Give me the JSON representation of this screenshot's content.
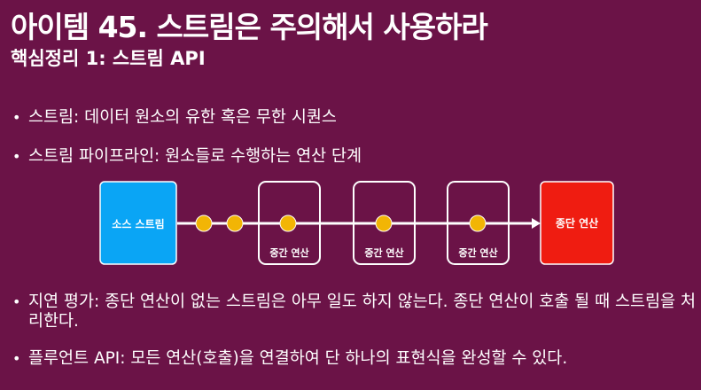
{
  "title": "아이템 45. 스트림은 주의해서 사용하라",
  "subtitle": "핵심정리 1: 스트림 API",
  "bullets": [
    "스트림: 데이터 원소의 유한 혹은 무한 시퀀스",
    "스트림 파이프라인: 원소들로 수행하는 연산 단계",
    "지연 평가: 종단 연산이 없는 스트림은 아무 일도 하지 않는다. 종단 연산이 호출 될 때 스트림을 처리한다.",
    "플루언트 API: 모든 연산(호출)을 연결하여 단 하나의 표현식을 완성할 수 있다."
  ],
  "diagram": {
    "source_label": "소스 스트림",
    "intermediate_labels": [
      "중간 연산",
      "중간 연산",
      "중간 연산"
    ],
    "terminal_label": "종단 연산",
    "colors": {
      "source": "#0aa5f5",
      "terminal": "#ef1c11",
      "dot": "#f2b505",
      "line": "#ffffff",
      "box_border": "#ffffff"
    }
  }
}
